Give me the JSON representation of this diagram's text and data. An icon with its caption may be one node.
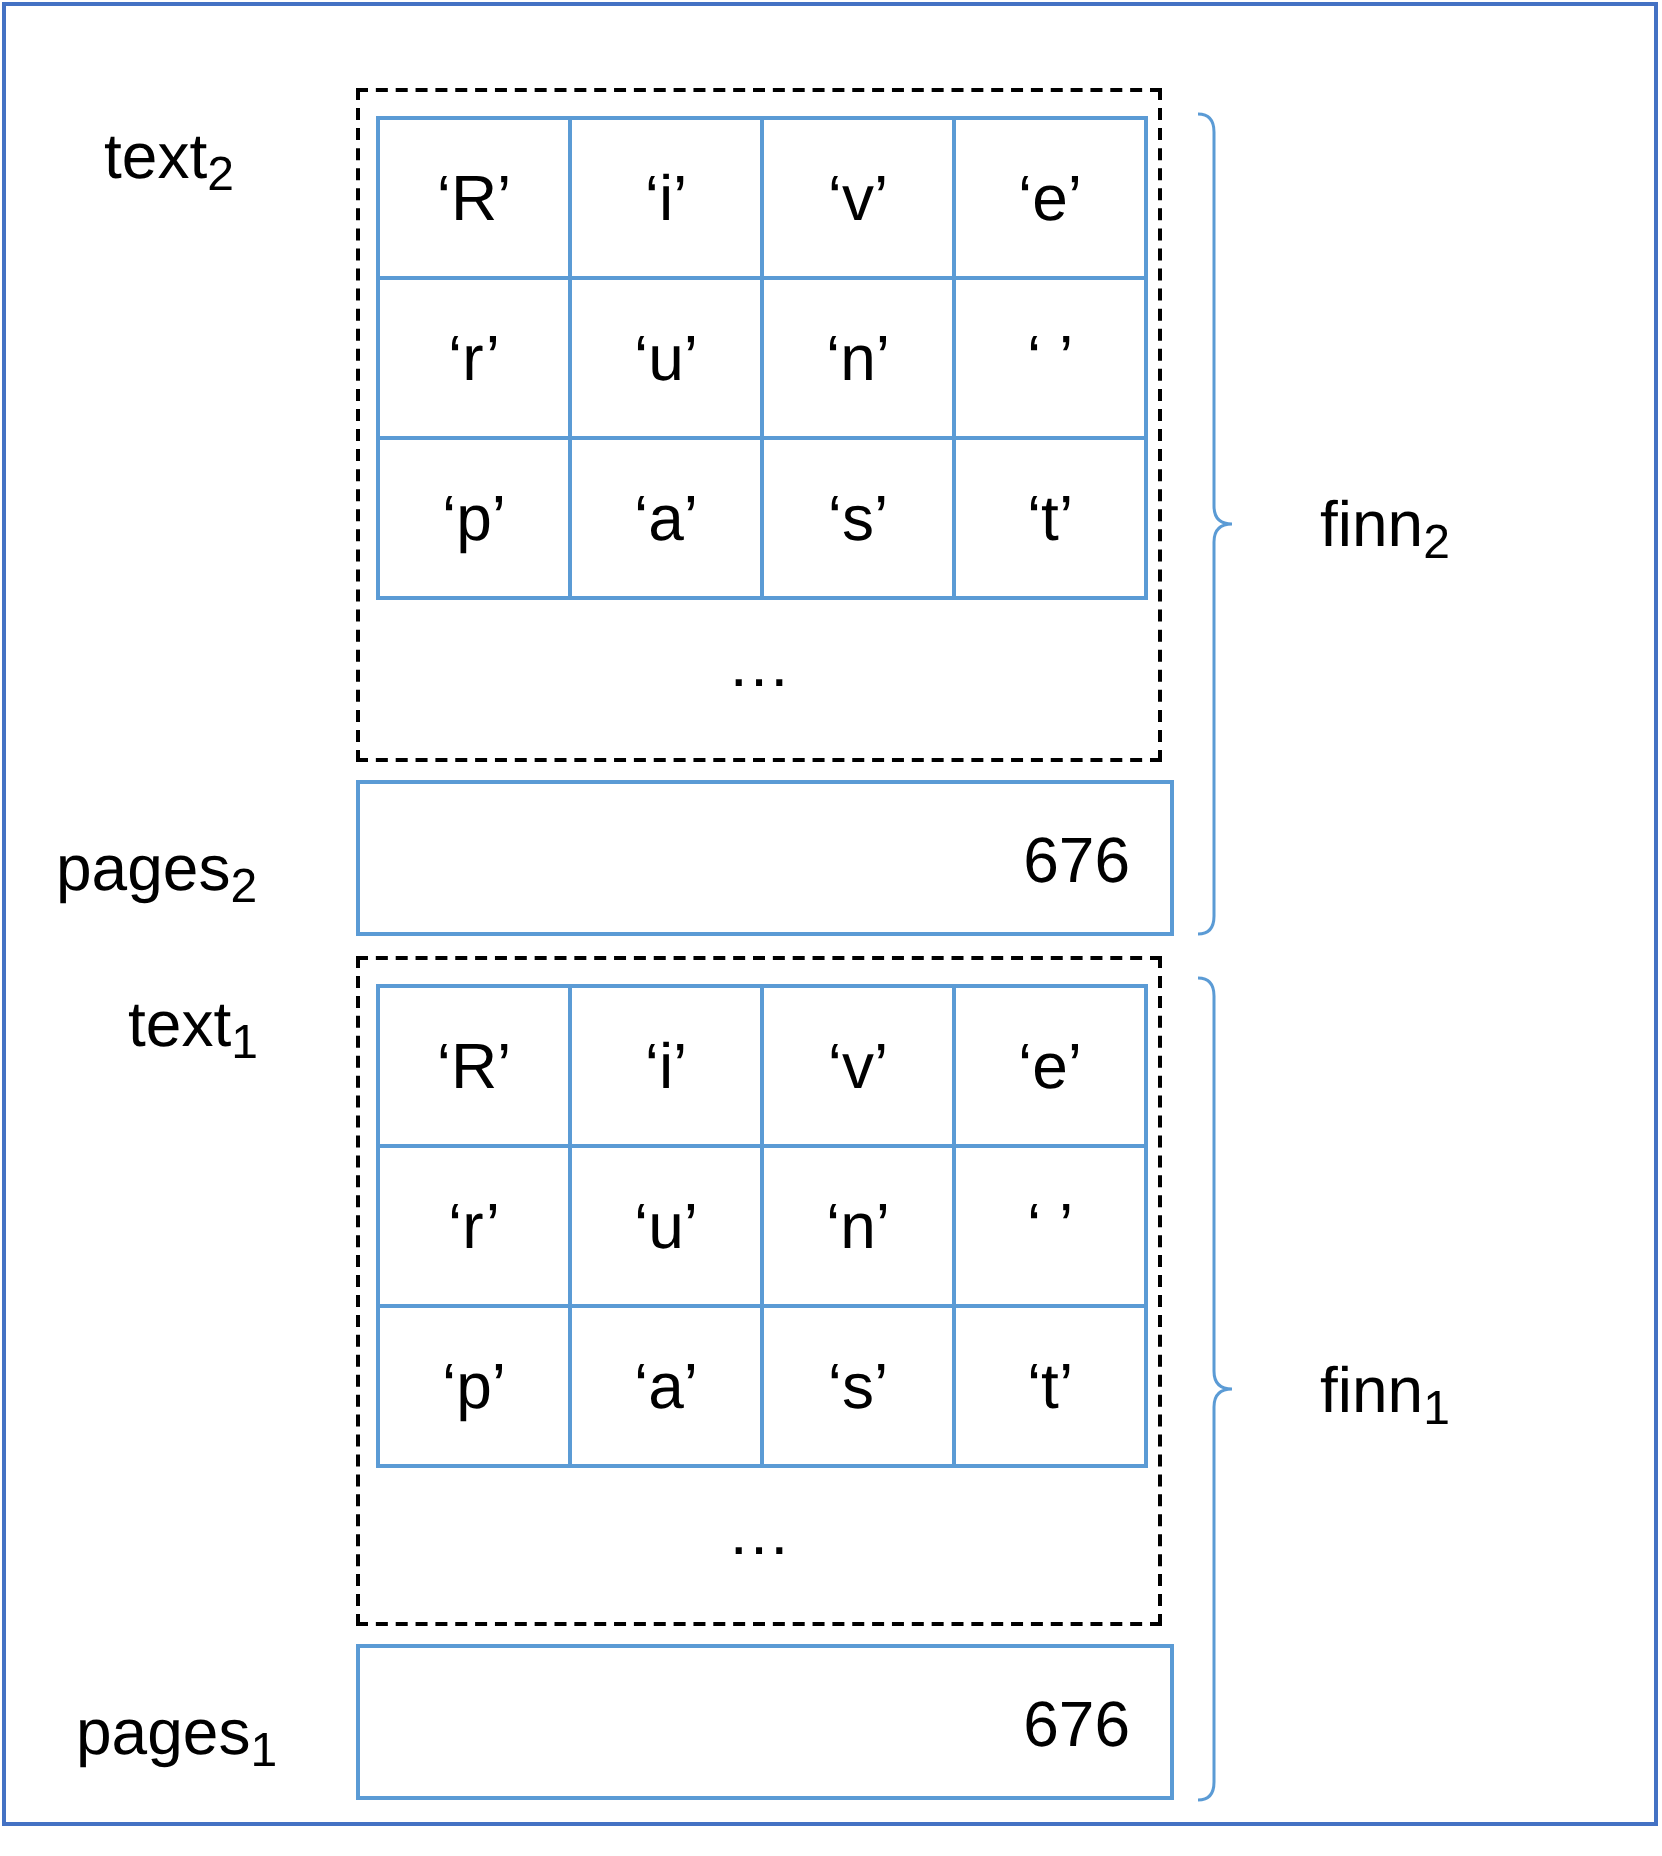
{
  "diagram": {
    "nodes": [
      {
        "text": [
          "text$_{2}$",
          "…"
        ]
      },
      {
        "text": [
          "‘R’"
        ],
        "in": 0
      },
      {
        "text": [
          "‘i’"
        ],
        "in": 0
      },
      {
        "text": [
          "‘v’"
        ],
        "in": 0
      },
      {
        "text": [
          "‘e’"
        ],
        "in": 0
      },
      {
        "text": [
          "‘r’"
        ],
        "in": 0
      },
      {
        "text": [
          "‘u’"
        ],
        "in": 0
      },
      {
        "text": [
          "‘n’"
        ],
        "in": 0
      },
      {
        "text": [
          "‘ ’"
        ],
        "in": 0
      },
      {
        "text": [
          "‘p’"
        ],
        "in": 0
      },
      {
        "text": [
          "‘a’"
        ],
        "in": 0
      },
      {
        "text": [
          "‘s’"
        ],
        "in": 0
      },
      {
        "text": [
          "‘t’"
        ],
        "in": 0
      },
      {
        "text": [
          "pages$_{2}$",
          "676"
        ]
      },
      {
        "text": [
          "text$_{1}$",
          "…"
        ]
      },
      {
        "text": [
          "‘R’"
        ],
        "in": 14
      },
      {
        "text": [
          "‘i’"
        ],
        "in": 14
      },
      {
        "text": [
          "‘v’"
        ],
        "in": 14
      },
      {
        "text": [
          "‘e’"
        ],
        "in": 14
      },
      {
        "text": [
          "‘r’"
        ],
        "in": 14
      },
      {
        "text": [
          "‘u’"
        ],
        "in": 14
      },
      {
        "text": [
          "‘n’"
        ],
        "in": 14
      },
      {
        "text": [
          "‘ ’"
        ],
        "in": 14
      },
      {
        "text": [
          "‘p’"
        ],
        "in": 14
      },
      {
        "text": [
          "‘a’"
        ],
        "in": 14
      },
      {
        "text": [
          "‘s’"
        ],
        "in": 14
      },
      {
        "text": [
          "‘t’"
        ],
        "in": 14
      },
      {
        "text": [
          "pages$_{1}$",
          "676"
        ]
      }
    ],
    "labels": [
      "finn$_{2}$",
      "finn$_{1}$"
    ]
  }
}
